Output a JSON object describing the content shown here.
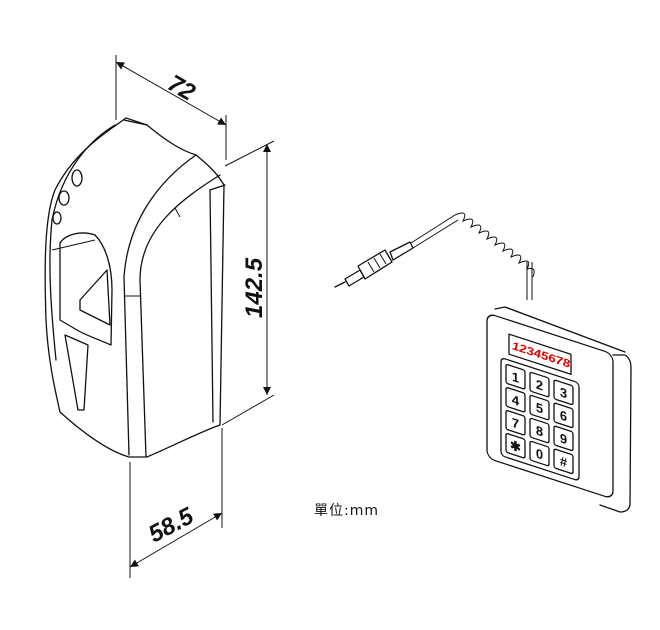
{
  "dimensions": {
    "width": "72",
    "height": "142.5",
    "depth": "58.5"
  },
  "unit_label": "單位:mm",
  "keypad": {
    "display_text": "12345678",
    "display_color": "#e00000",
    "keys": [
      "1",
      "2",
      "3",
      "4",
      "5",
      "6",
      "7",
      "8",
      "9",
      "✱",
      "0",
      "#"
    ]
  }
}
